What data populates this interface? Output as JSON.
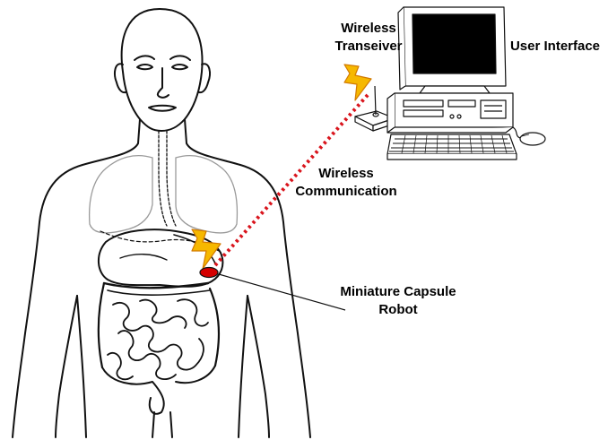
{
  "labels": {
    "wireless_transceiver": [
      "Wireless",
      "Transeiver"
    ],
    "user_interface": "User Interface",
    "wireless_communication": [
      "Wireless",
      "Communication"
    ],
    "capsule_robot": [
      "Miniature Capsule",
      "Robot"
    ]
  },
  "icons": {
    "human_body": "human-body-outline-icon",
    "digestive_tract": "digestive-system-icon",
    "lightning": "lightning-bolt-icon",
    "transceiver": "antenna-transceiver-icon",
    "computer": "desktop-computer-icon",
    "keyboard": "keyboard-icon",
    "mouse": "mouse-icon",
    "capsule": "capsule-robot-icon"
  },
  "colors": {
    "wireless_link": "#d9141c",
    "capsule": "#d40000",
    "lightning_fill": "#f6b800",
    "lightning_stroke": "#d27a00",
    "outline": "#111111",
    "lungs": "#9a9a9a",
    "monitor_screen": "#000000"
  }
}
